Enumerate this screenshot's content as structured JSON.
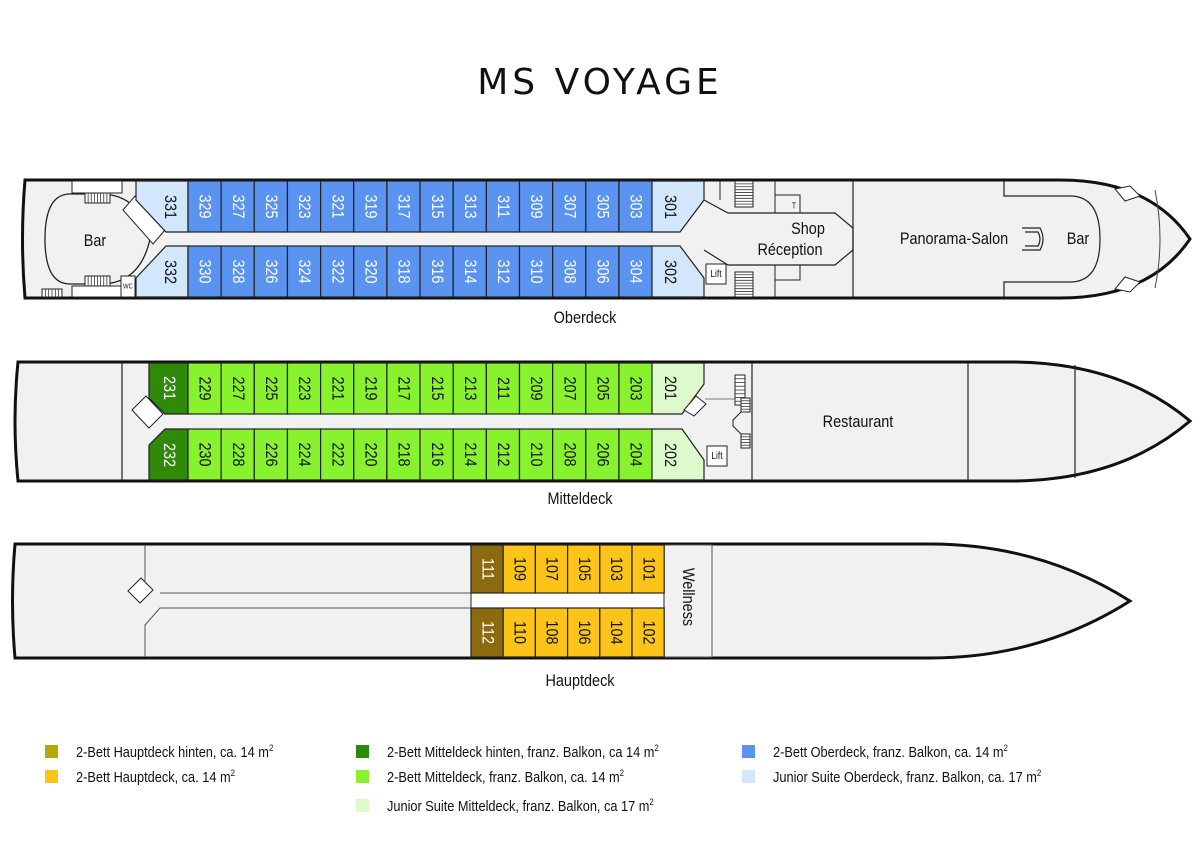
{
  "title": "MS VOYAGE",
  "colors": {
    "oberdeck_2bett": "#5b93f0",
    "oberdeck_suite": "#d2e7fb",
    "mitteldeck_2bett": "#88f22f",
    "mitteldeck_hinten": "#2f8a0a",
    "mitteldeck_suite": "#def9cc",
    "hauptdeck_2bett": "#fcc418",
    "hauptdeck_hinten": "#8c6a10",
    "floor": "#f1f1f1",
    "hull": "#111111"
  },
  "decks": {
    "oberdeck": {
      "label": "Oberdeck",
      "top_row": [
        "331",
        "329",
        "327",
        "325",
        "323",
        "321",
        "319",
        "317",
        "315",
        "313",
        "311",
        "309",
        "307",
        "305",
        "303",
        "301"
      ],
      "bottom_row": [
        "332",
        "330",
        "328",
        "326",
        "324",
        "322",
        "320",
        "318",
        "316",
        "314",
        "312",
        "310",
        "308",
        "306",
        "304",
        "302"
      ],
      "rooms": {
        "bar_aft": "Bar",
        "wc": "WC",
        "shop": "Shop",
        "reception": "Réception",
        "lift": "Lift",
        "panorama": "Panorama-Salon",
        "bar_fore": "Bar",
        "t": "T"
      }
    },
    "mitteldeck": {
      "label": "Mitteldeck",
      "top_row": [
        "231",
        "229",
        "227",
        "225",
        "223",
        "221",
        "219",
        "217",
        "215",
        "213",
        "211",
        "209",
        "207",
        "205",
        "203",
        "201"
      ],
      "bottom_row": [
        "232",
        "230",
        "228",
        "226",
        "224",
        "222",
        "220",
        "218",
        "216",
        "214",
        "212",
        "210",
        "208",
        "206",
        "204",
        "202"
      ],
      "rooms": {
        "lift": "Lift",
        "restaurant": "Restaurant"
      }
    },
    "hauptdeck": {
      "label": "Hauptdeck",
      "top_row": [
        "111",
        "109",
        "107",
        "105",
        "103",
        "101"
      ],
      "bottom_row": [
        "112",
        "110",
        "108",
        "106",
        "104",
        "102"
      ],
      "rooms": {
        "wellness": "Wellness"
      }
    }
  },
  "legend": [
    {
      "key": "hauptdeck_hinten",
      "color": "#b8a60a",
      "text": "2-Bett Hauptdeck hinten, ca. 14 m",
      "sup": "2"
    },
    {
      "key": "hauptdeck_2bett",
      "color": "#fcc418",
      "text": "2-Bett Hauptdeck, ca. 14 m",
      "sup": "2"
    },
    {
      "key": "mitteldeck_hinten",
      "color": "#2f8a0a",
      "text": "2-Bett Mitteldeck hinten, franz. Balkon, ca 14 m",
      "sup": "2"
    },
    {
      "key": "mitteldeck_2bett",
      "color": "#88f22f",
      "text": "2-Bett Mitteldeck, franz. Balkon, ca. 14 m",
      "sup": "2"
    },
    {
      "key": "mitteldeck_suite",
      "color": "#def9cc",
      "text": "Junior Suite Mitteldeck, franz. Balkon, ca 17 m",
      "sup": "2"
    },
    {
      "key": "oberdeck_2bett",
      "color": "#5b93f0",
      "text": "2-Bett Oberdeck, franz. Balkon, ca. 14 m",
      "sup": "2"
    },
    {
      "key": "oberdeck_suite",
      "color": "#d2e7fb",
      "text": "Junior Suite Oberdeck, franz. Balkon, ca. 17 m",
      "sup": "2"
    }
  ]
}
